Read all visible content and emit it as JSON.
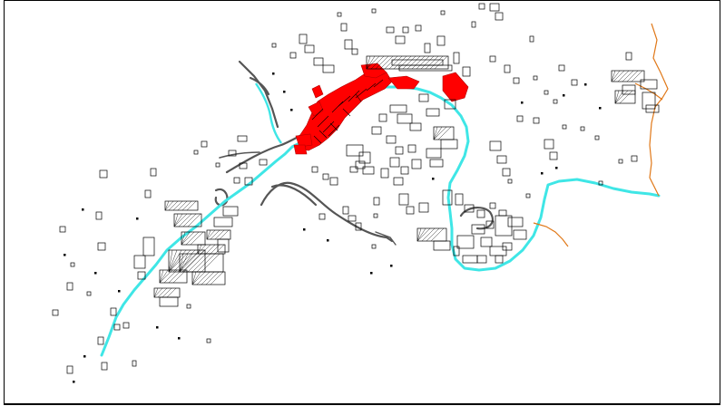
{
  "drawing": {
    "background": "#ffffff",
    "frame_color": "#000000",
    "colors": {
      "river": "#3fe6e6",
      "historic_center": "#ff0000",
      "boundary": "#e07818",
      "road": "#555555",
      "building_outline": "#000000"
    },
    "layers": [
      {
        "name": "river",
        "visible": true
      },
      {
        "name": "historic-center",
        "visible": true
      },
      {
        "name": "boundary-line",
        "visible": true
      },
      {
        "name": "roads",
        "visible": true
      },
      {
        "name": "buildings",
        "visible": true
      }
    ]
  }
}
